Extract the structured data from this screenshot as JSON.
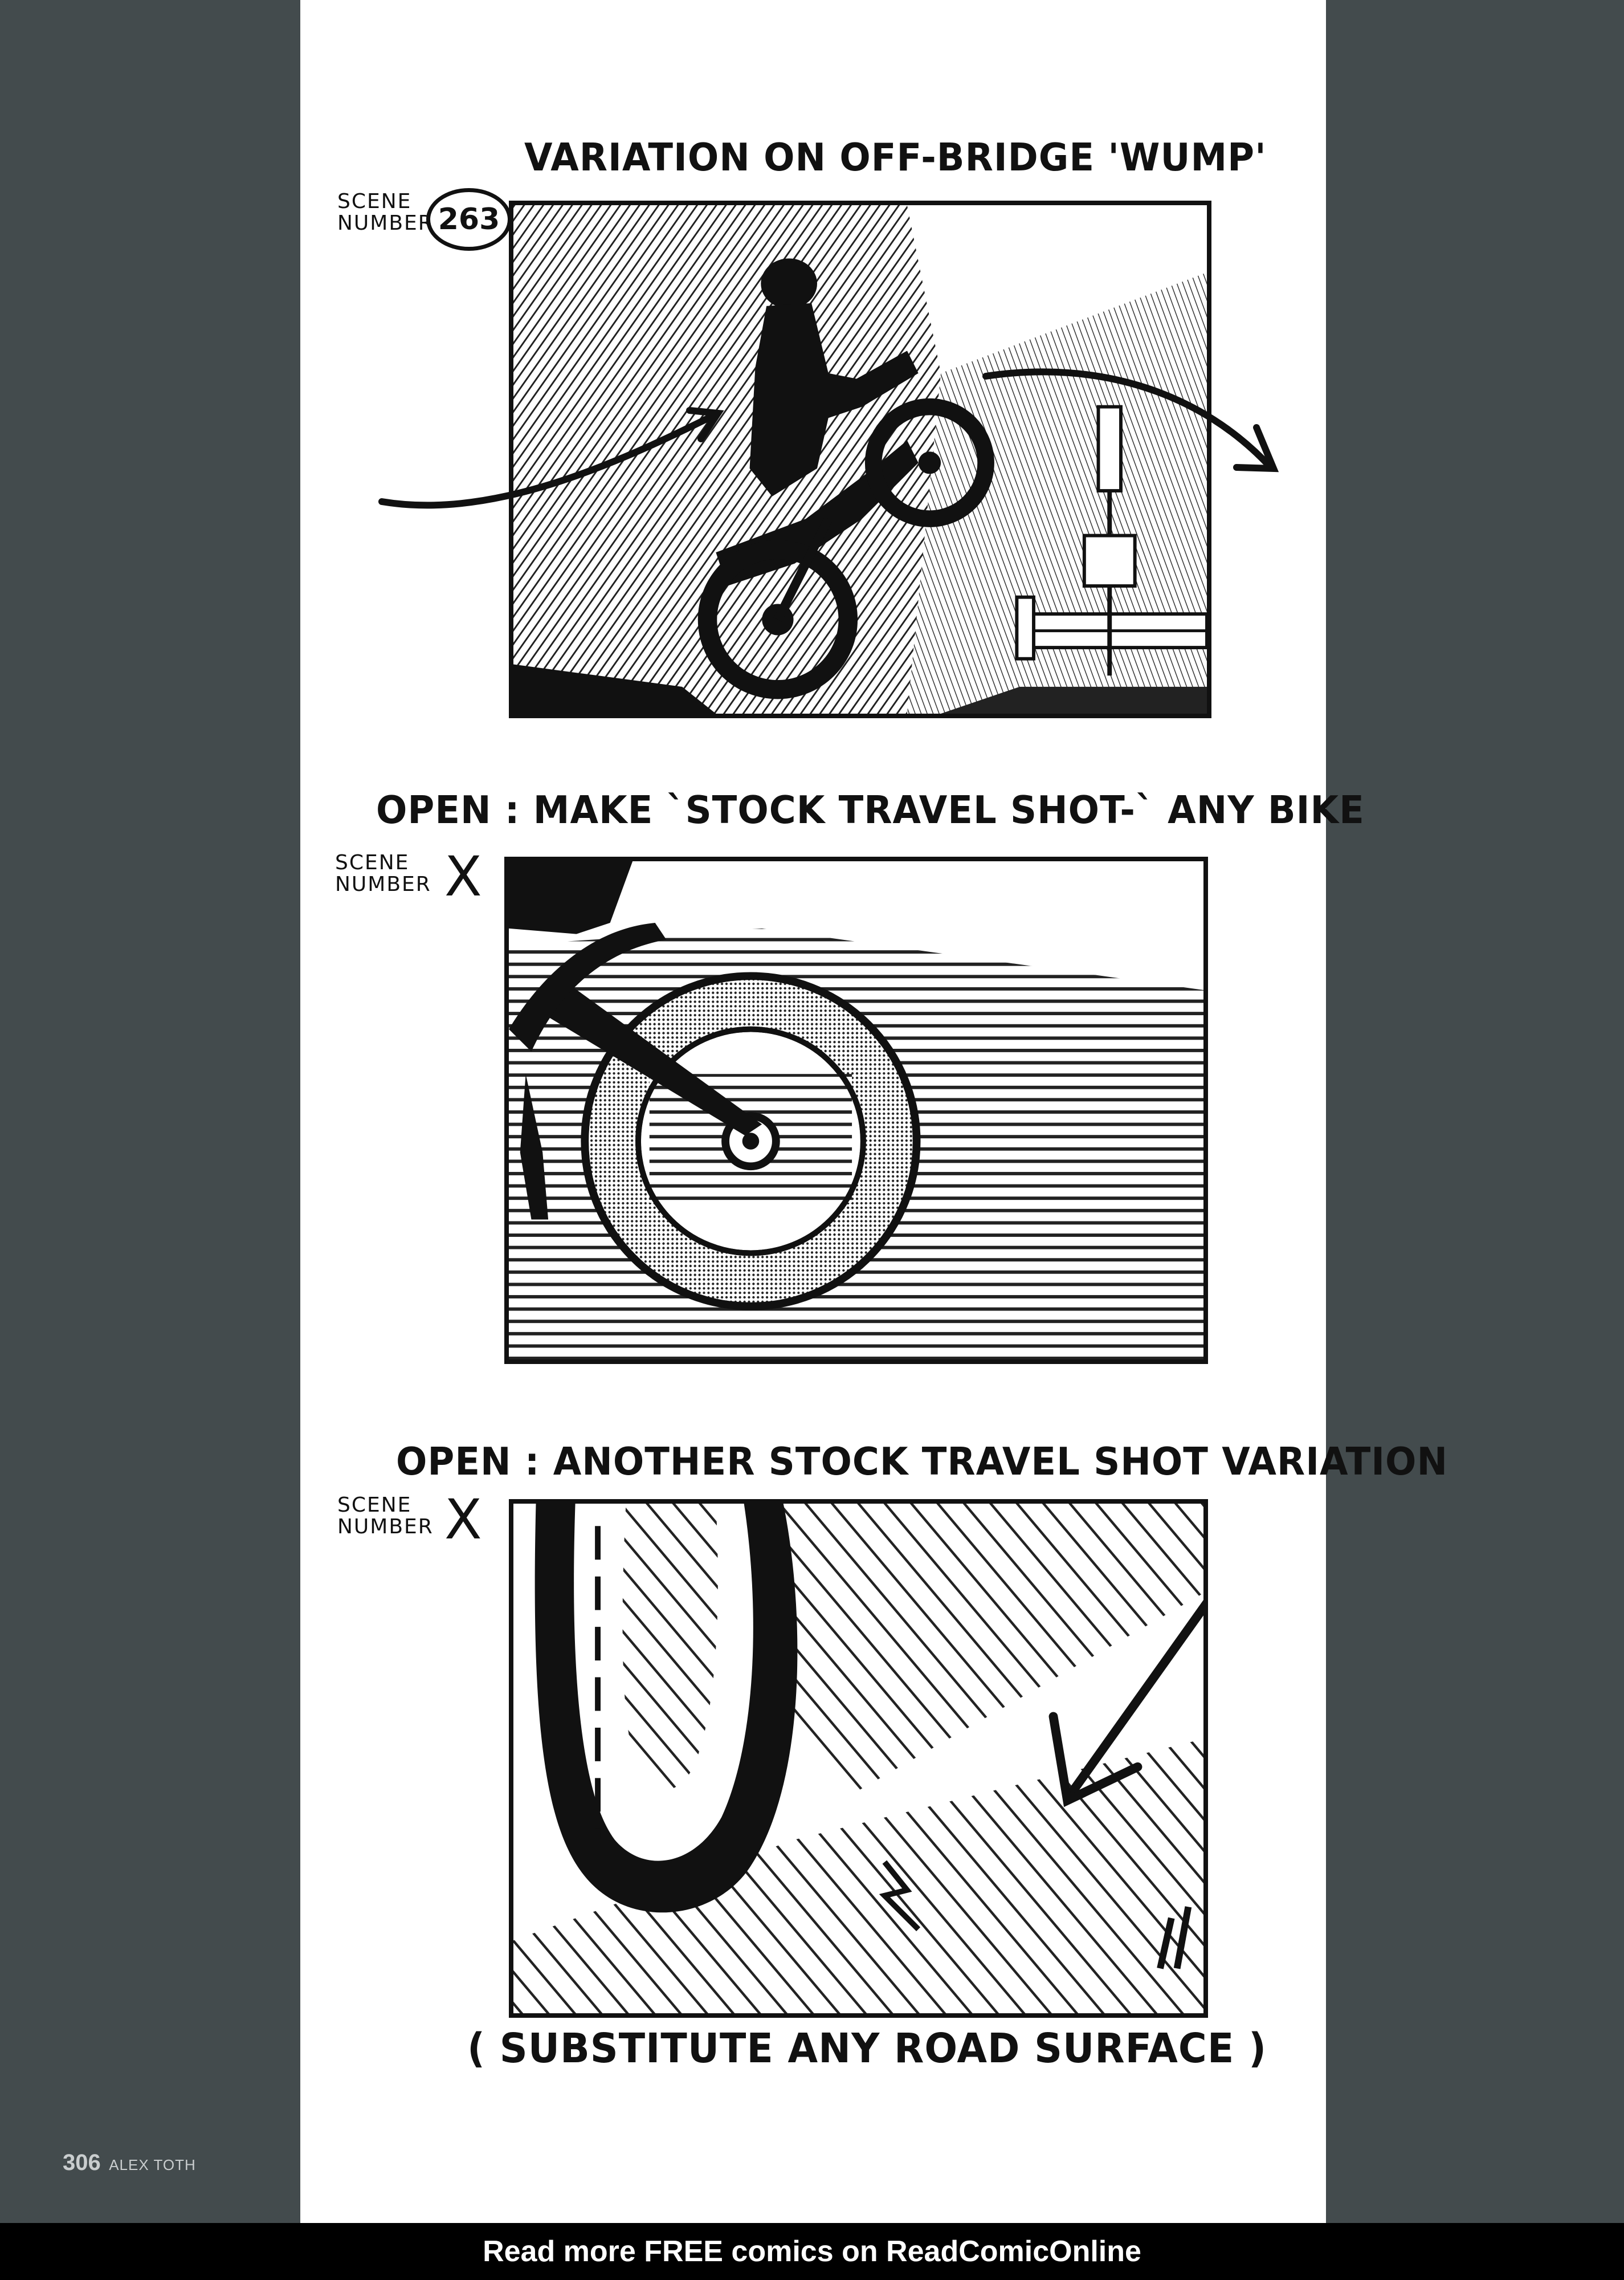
{
  "panels": [
    {
      "caption": "VARIATION ON OFF-BRIDGE 'WUMP'",
      "scene_label": "SCENE\nNUMBER",
      "scene_number": "263"
    },
    {
      "caption": "OPEN : MAKE `STOCK TRAVEL SHOT-` ANY BIKE",
      "scene_label": "SCENE\nNUMBER",
      "scene_number": "X"
    },
    {
      "caption": "OPEN : ANOTHER STOCK TRAVEL SHOT VARIATION",
      "scene_label": "SCENE\nNUMBER",
      "scene_number": "X"
    }
  ],
  "panel3_note": "( SUBSTITUTE ANY ROAD SURFACE )",
  "footer": {
    "page_number": "306",
    "author": "ALEX TOTH"
  },
  "banner": "Read more FREE comics on ReadComicOnline"
}
